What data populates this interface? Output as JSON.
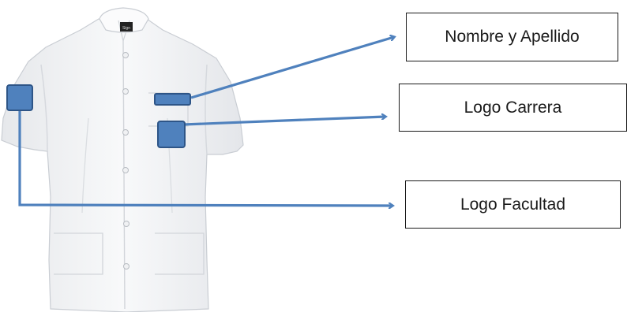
{
  "callouts": {
    "nombre": "Nombre y Apellido",
    "carrera": "Logo Carrera",
    "facultad": "Logo Facultad"
  },
  "shirt_tag": "Sign",
  "colors": {
    "marker_fill": "#4f81bd",
    "marker_border": "#2e5587",
    "arrow": "#4f81bd",
    "shirt": "#f4f5f7",
    "shirt_shadow": "#d9dce1",
    "box_border": "#1a1a1a"
  },
  "icons": {
    "garment": "shirt-icon",
    "marker": "square-marker",
    "connector": "arrow-right"
  }
}
